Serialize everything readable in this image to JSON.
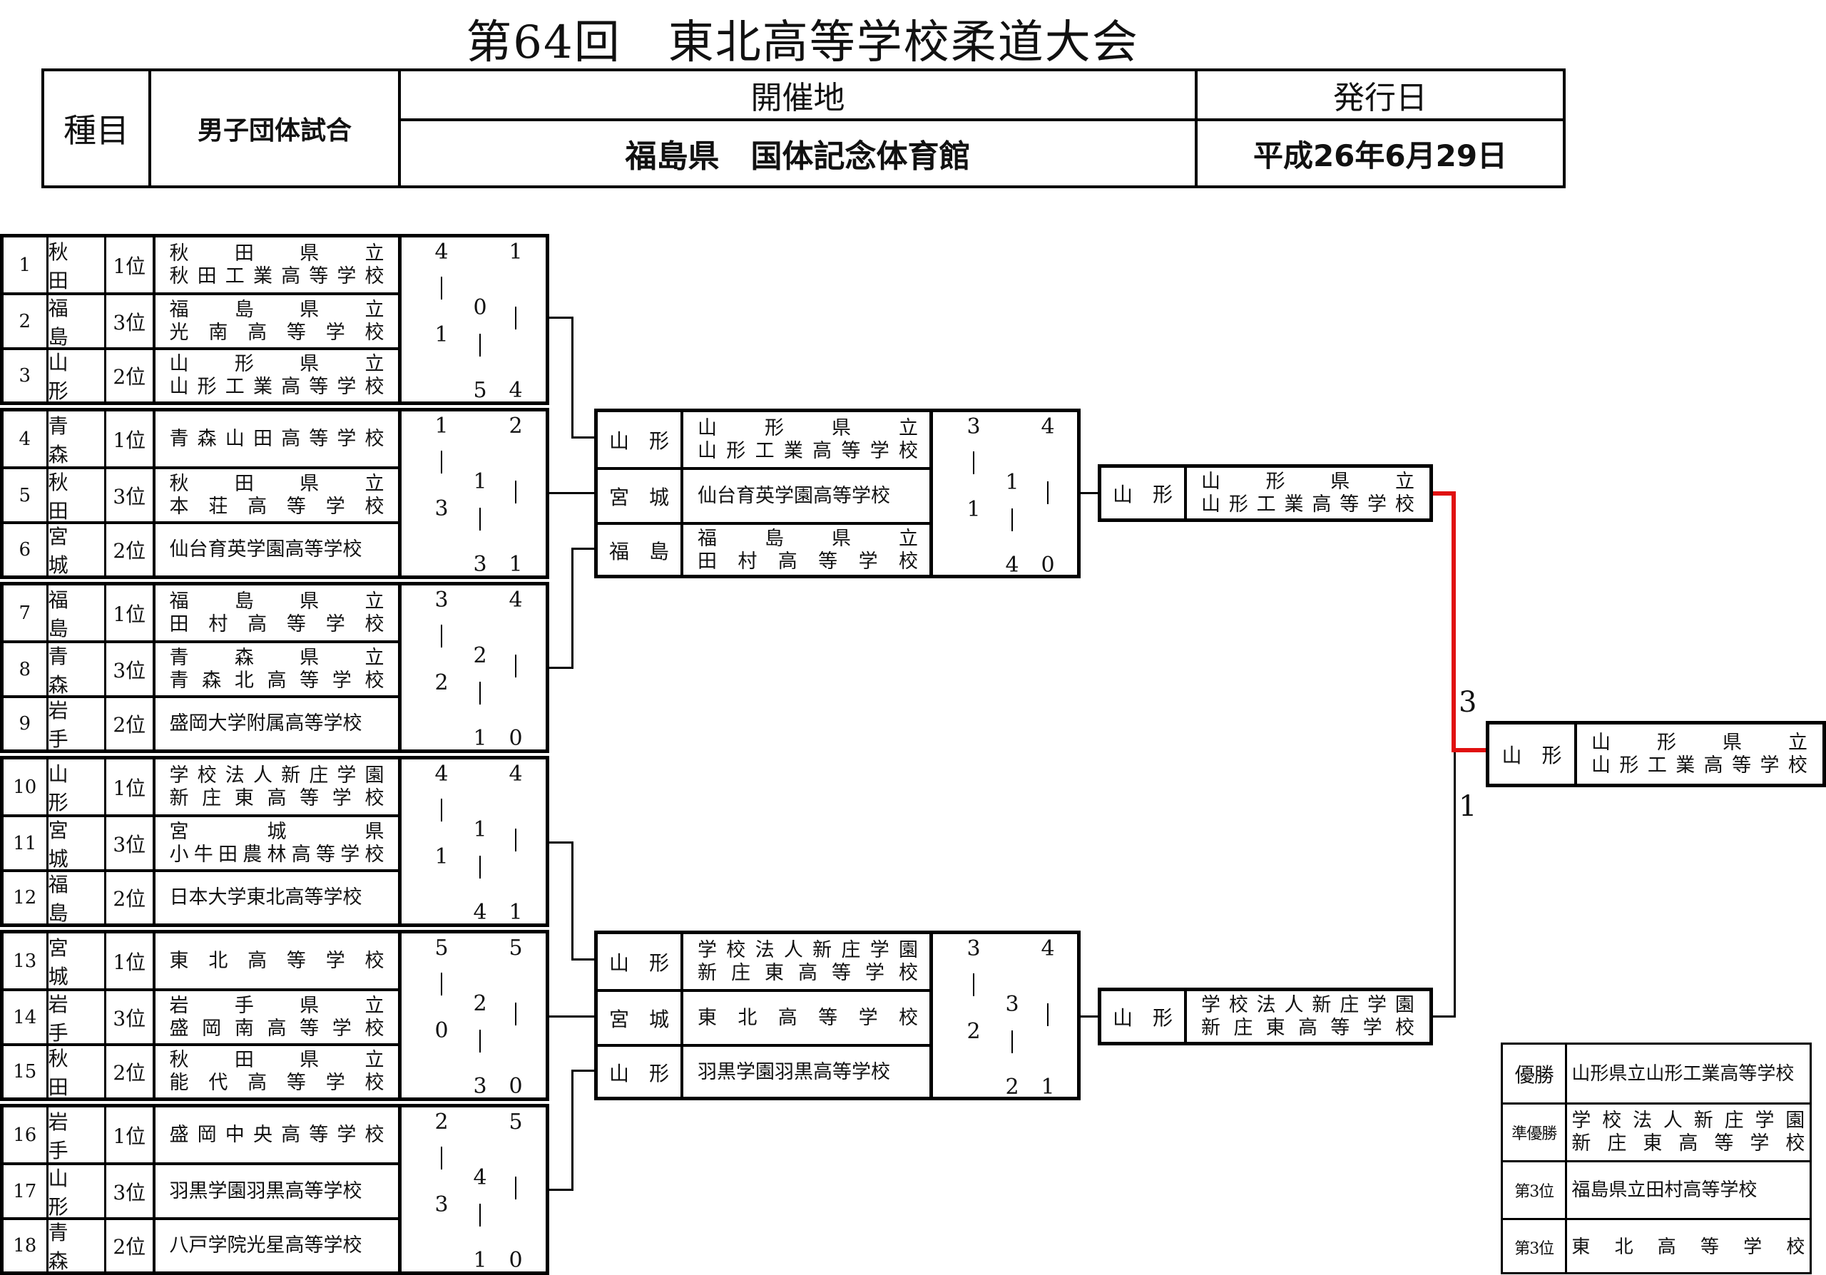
{
  "title": "第64回　東北高等学校柔道大会",
  "header": {
    "event_label": "種目",
    "event_value": "男子団体試合",
    "venue_label": "開催地",
    "venue_value": "福島県　国体記念体育館",
    "date_label": "発行日",
    "date_value": "平成26年6月29日"
  },
  "entries": [
    {
      "no": "1",
      "pref": "秋　田",
      "rank": "1位",
      "school": [
        "秋田県立",
        "秋田工業高等学校"
      ]
    },
    {
      "no": "2",
      "pref": "福　島",
      "rank": "3位",
      "school": [
        "福島県立",
        "光南高等学校"
      ]
    },
    {
      "no": "3",
      "pref": "山　形",
      "rank": "2位",
      "school": [
        "山形県立",
        "山形工業高等学校"
      ]
    },
    {
      "no": "4",
      "pref": "青　森",
      "rank": "1位",
      "school": [
        "青森山田高等学校"
      ]
    },
    {
      "no": "5",
      "pref": "秋　田",
      "rank": "3位",
      "school": [
        "秋田県立",
        "本荘高等学校"
      ]
    },
    {
      "no": "6",
      "pref": "宮　城",
      "rank": "2位",
      "school": [
        "仙台育英学園高等学校"
      ]
    },
    {
      "no": "7",
      "pref": "福　島",
      "rank": "1位",
      "school": [
        "福島県立",
        "田村高等学校"
      ]
    },
    {
      "no": "8",
      "pref": "青　森",
      "rank": "3位",
      "school": [
        "青森県立",
        "青森北高等学校"
      ]
    },
    {
      "no": "9",
      "pref": "岩　手",
      "rank": "2位",
      "school": [
        "盛岡大学附属高等学校"
      ]
    },
    {
      "no": "10",
      "pref": "山　形",
      "rank": "1位",
      "school": [
        "学校法人新庄学園",
        "新庄東高等学校"
      ]
    },
    {
      "no": "11",
      "pref": "宮　城",
      "rank": "3位",
      "school": [
        "宮城県",
        "小牛田農林高等学校"
      ]
    },
    {
      "no": "12",
      "pref": "福　島",
      "rank": "2位",
      "school": [
        "日本大学東北高等学校"
      ]
    },
    {
      "no": "13",
      "pref": "宮　城",
      "rank": "1位",
      "school": [
        "東北高等学校"
      ]
    },
    {
      "no": "14",
      "pref": "岩　手",
      "rank": "3位",
      "school": [
        "岩手県立",
        "盛岡南高等学校"
      ]
    },
    {
      "no": "15",
      "pref": "秋　田",
      "rank": "2位",
      "school": [
        "秋田県立",
        "能代高等学校"
      ]
    },
    {
      "no": "16",
      "pref": "岩　手",
      "rank": "1位",
      "school": [
        "盛岡中央高等学校"
      ]
    },
    {
      "no": "17",
      "pref": "山　形",
      "rank": "3位",
      "school": [
        "羽黒学園羽黒高等学校"
      ]
    },
    {
      "no": "18",
      "pref": "青　森",
      "rank": "2位",
      "school": [
        "八戸学院光星高等学校"
      ]
    }
  ],
  "leagues": [
    {
      "scores": [
        "4",
        "1",
        "0",
        "1",
        "5",
        "4"
      ]
    },
    {
      "scores": [
        "1",
        "2",
        "1",
        "3",
        "3",
        "1"
      ]
    },
    {
      "scores": [
        "3",
        "4",
        "2",
        "2",
        "1",
        "0"
      ]
    },
    {
      "scores": [
        "4",
        "4",
        "1",
        "1",
        "4",
        "1"
      ]
    },
    {
      "scores": [
        "5",
        "5",
        "2",
        "0",
        "3",
        "0"
      ]
    },
    {
      "scores": [
        "2",
        "5",
        "4",
        "3",
        "1",
        "0"
      ]
    }
  ],
  "semis": [
    {
      "teams": [
        {
          "pref": "山　形",
          "school": [
            "山形県立",
            "山形工業高等学校"
          ]
        },
        {
          "pref": "宮　城",
          "school": [
            "仙台育英学園高等学校"
          ]
        },
        {
          "pref": "福　島",
          "school": [
            "福島県立",
            "田村高等学校"
          ]
        }
      ],
      "scores": [
        "3",
        "4",
        "1",
        "1",
        "4",
        "0"
      ]
    },
    {
      "teams": [
        {
          "pref": "山　形",
          "school": [
            "学校法人新庄学園",
            "新庄東高等学校"
          ]
        },
        {
          "pref": "宮　城",
          "school": [
            "東北高等学校"
          ]
        },
        {
          "pref": "山　形",
          "school": [
            "羽黒学園羽黒高等学校"
          ]
        }
      ],
      "scores": [
        "3",
        "4",
        "3",
        "2",
        "2",
        "1"
      ]
    }
  ],
  "finalists": [
    {
      "pref": "山　形",
      "school": [
        "山形県立",
        "山形工業高等学校"
      ]
    },
    {
      "pref": "山　形",
      "school": [
        "学校法人新庄学園",
        "新庄東高等学校"
      ]
    }
  ],
  "final_scores": [
    "3",
    "1"
  ],
  "champion": {
    "pref": "山　形",
    "school": [
      "山形県立",
      "山形工業高等学校"
    ]
  },
  "results": [
    {
      "label": "優勝",
      "school": [
        "山形県立山形工業高等学校"
      ]
    },
    {
      "label": "準優勝",
      "school": [
        "学校法人新庄学園",
        "新庄東高等学校"
      ]
    },
    {
      "label": "第3位",
      "school": [
        "福島県立田村高等学校"
      ]
    },
    {
      "label": "第3位",
      "school": [
        "東北高等学校"
      ]
    }
  ],
  "colors": {
    "final_line": "#e01010"
  }
}
